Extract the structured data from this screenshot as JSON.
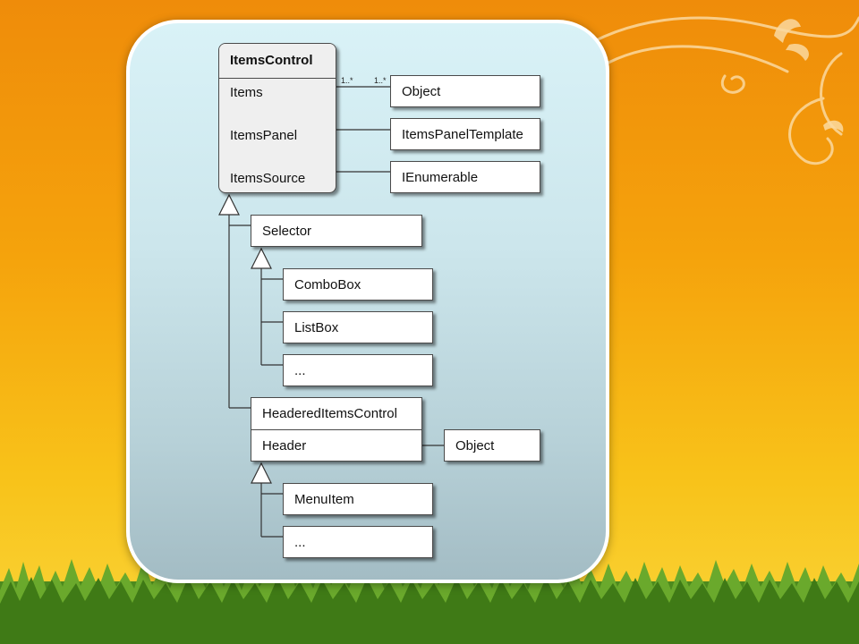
{
  "diagram": {
    "items_control": {
      "title": "ItemsControl",
      "members": [
        "Items",
        "ItemsPanel",
        "ItemsSource"
      ]
    },
    "associations": {
      "object": "Object",
      "items_panel_template": "ItemsPanelTemplate",
      "ienumerable": "IEnumerable",
      "multiplicity_left": "1..*",
      "multiplicity_right": "1..*"
    },
    "selector": "Selector",
    "selector_children": [
      "ComboBox",
      "ListBox",
      "..."
    ],
    "headered": {
      "title": "HeaderedItemsControl",
      "member": "Header",
      "association": "Object"
    },
    "headered_children": [
      "MenuItem",
      "..."
    ]
  }
}
